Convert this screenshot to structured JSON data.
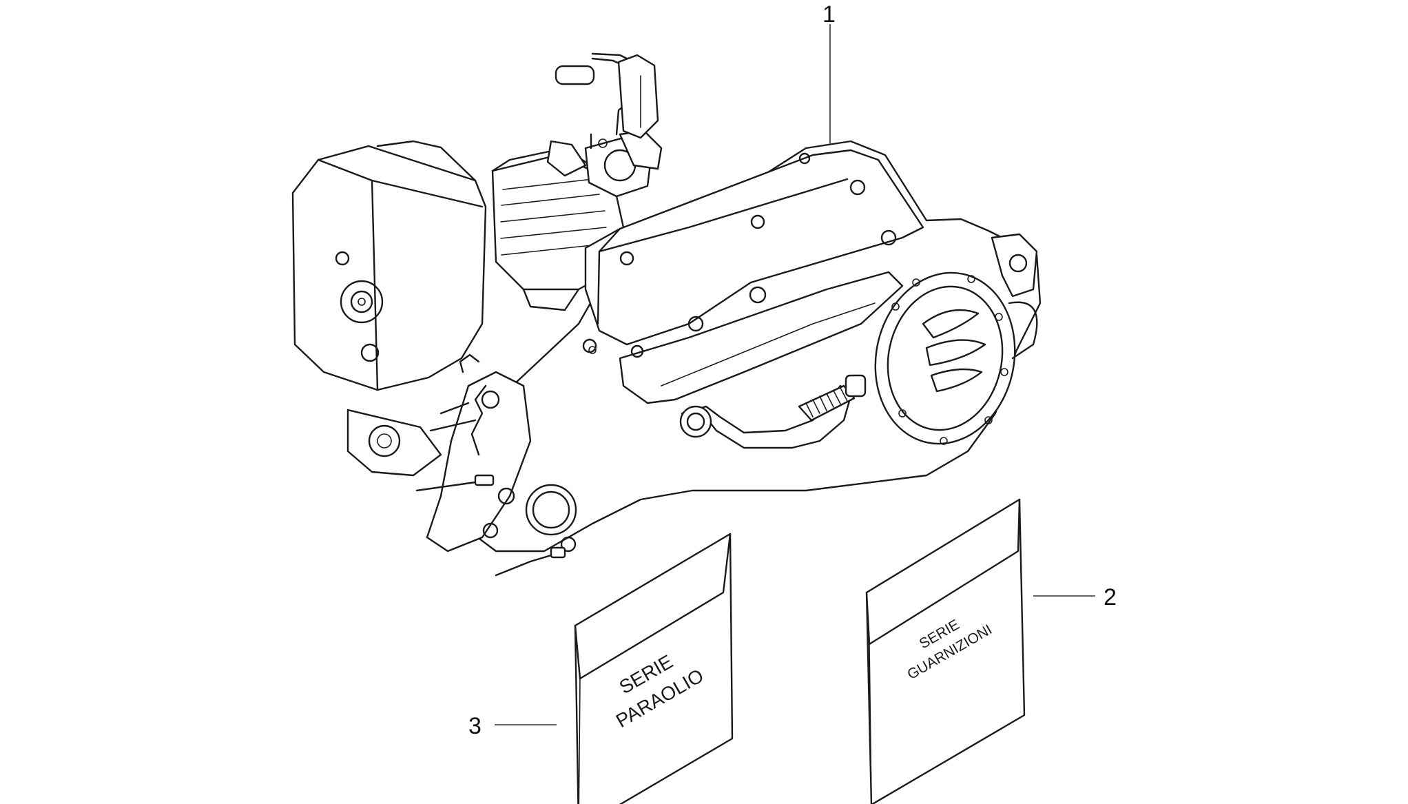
{
  "callouts": [
    {
      "number": "1",
      "part": "engine-assembly"
    },
    {
      "number": "2",
      "part": "gasket-set-bag"
    },
    {
      "number": "3",
      "part": "oil-seal-set-bag"
    }
  ],
  "bags": {
    "oil_seal": {
      "line1": "SERIE",
      "line2": "PARAOLIO"
    },
    "gasket": {
      "line1": "SERIE",
      "line2": "GUARNIZIONI"
    }
  },
  "colors": {
    "line": "#1a1a1a",
    "background": "#ffffff"
  }
}
